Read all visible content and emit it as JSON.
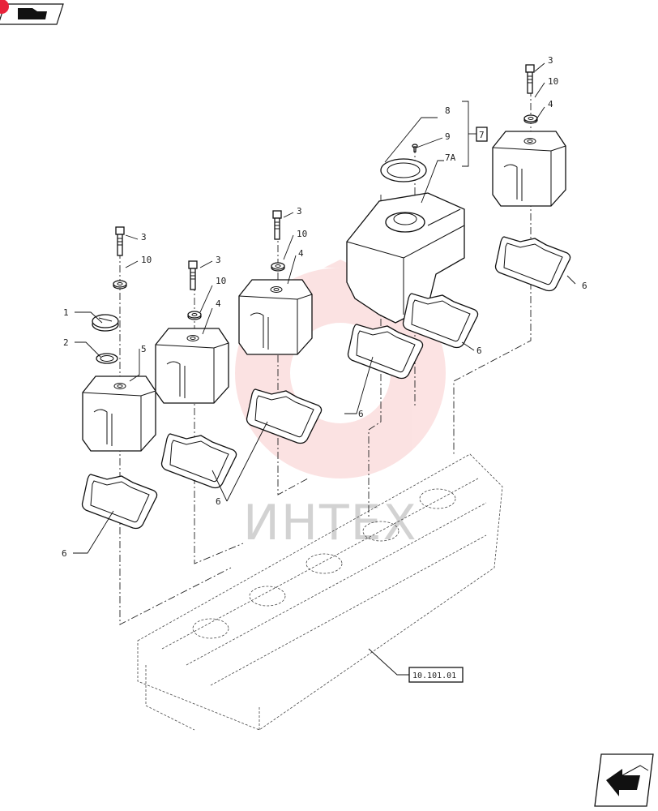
{
  "top_nav": {
    "icon": "folder-back-icon",
    "accent_color": "#e8233a"
  },
  "bottom_nav": {
    "icon": "next-page-arrow-icon"
  },
  "watermark": {
    "text": "ИНТЕХ",
    "color": "#f08080"
  },
  "callouts": {
    "c1": "1",
    "c2": "2",
    "c3a": "3",
    "c3b": "3",
    "c3c": "3",
    "c3d": "3",
    "c4a": "4",
    "c4b": "4",
    "c4c": "4",
    "c5": "5",
    "c6a": "6",
    "c6b": "6",
    "c6c": "6",
    "c6d": "6",
    "c6e": "6",
    "c7": "7",
    "c7a": "7A",
    "c8": "8",
    "c9": "9",
    "c10a": "10",
    "c10b": "10",
    "c10c": "10",
    "c10d": "10"
  },
  "reference": {
    "label": "10.101.01"
  }
}
